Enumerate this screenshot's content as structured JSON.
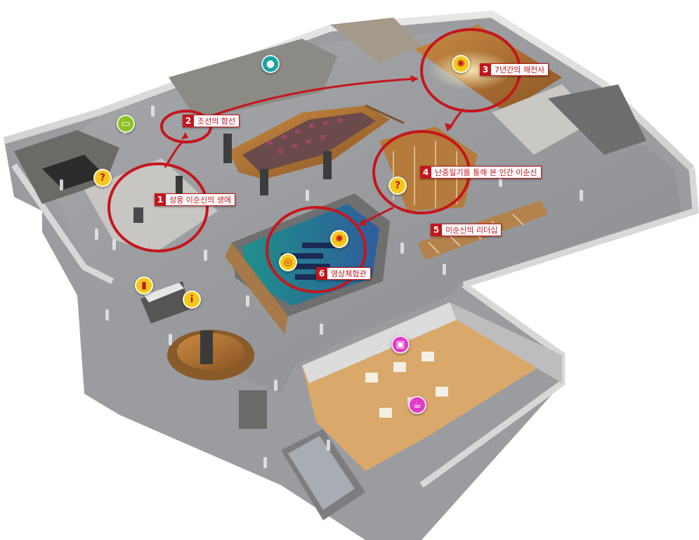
{
  "colors": {
    "accent_red": "#c4161c",
    "pin_yellow": "#f3c81b",
    "pin_teal": "#17a3a4",
    "pin_green": "#8bc21f",
    "pin_magenta": "#e03ac6"
  },
  "zones": [
    {
      "number": "1",
      "label": "성웅 이순신의 생애"
    },
    {
      "number": "2",
      "label": "조선의 함선"
    },
    {
      "number": "3",
      "label": "7년간의 해전사"
    },
    {
      "number": "4",
      "label": "난중일기를 통해 본 인간 이순신"
    },
    {
      "number": "5",
      "label": "이순신의 리더십"
    },
    {
      "number": "6",
      "label": "영상체험관"
    }
  ],
  "pins": [
    {
      "icon": "person-icon",
      "glyph": "●"
    },
    {
      "icon": "monitor-icon",
      "glyph": "▭"
    },
    {
      "icon": "question-icon",
      "glyph": "?"
    },
    {
      "icon": "film-reel-icon",
      "glyph": "✺"
    },
    {
      "icon": "question-icon",
      "glyph": "?"
    },
    {
      "icon": "film-reel-icon",
      "glyph": "✺"
    },
    {
      "icon": "3d-glasses-icon",
      "glyph": "◎"
    },
    {
      "icon": "mobile-phone-icon",
      "glyph": "▮"
    },
    {
      "icon": "information-icon",
      "glyph": "i"
    },
    {
      "icon": "gift-bag-icon",
      "glyph": "▣"
    },
    {
      "icon": "coffee-cup-icon",
      "glyph": "☕"
    }
  ]
}
